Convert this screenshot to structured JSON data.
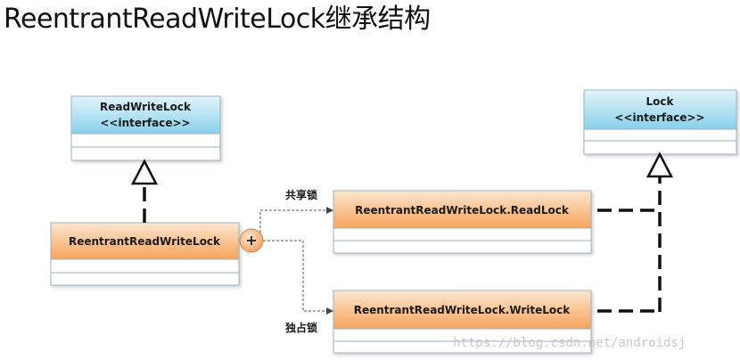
{
  "title": "ReentrantReadWriteLock继承结构",
  "classes": {
    "read_write_lock": {
      "name": "ReadWriteLock",
      "stereotype": "<<interface>>"
    },
    "lock": {
      "name": "Lock",
      "stereotype": "<<interface>>"
    },
    "reentrant_rw_lock": {
      "name": "ReentrantReadWriteLock"
    },
    "read_lock": {
      "name": "ReentrantReadWriteLock.ReadLock"
    },
    "write_lock": {
      "name": "ReentrantReadWriteLock.WriteLock"
    }
  },
  "edge_labels": {
    "shared": "共享锁",
    "exclusive": "独占锁"
  },
  "nesting_symbol": "+",
  "watermark": "https://blog.csdn.net/androidsj",
  "colors": {
    "interface_top": "#dff3fb",
    "interface_bottom": "#8ed2ec",
    "class_top": "#fde2c8",
    "class_bottom": "#f7aa64",
    "border": "#9db3bf"
  }
}
